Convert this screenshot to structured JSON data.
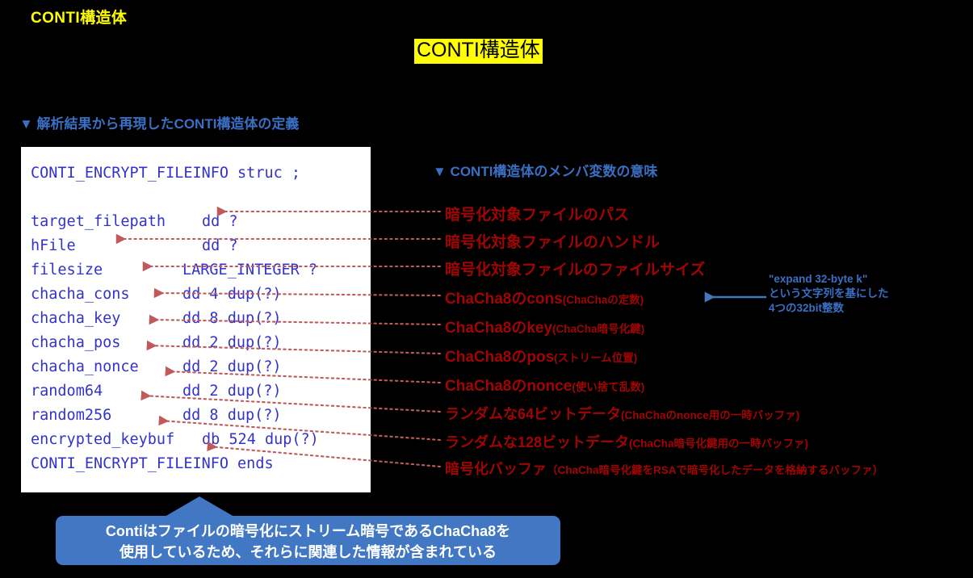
{
  "slide": {
    "tag": "CONTI構造体",
    "title": "CONTI構造体",
    "section_heading": "▼ 解析結果から再現したCONTI構造体の定義",
    "annotation_heading": "▼ CONTI構造体のメンバ変数の意味"
  },
  "colors": {
    "background": "#000000",
    "tag_text": "#ffff00",
    "title_highlight": "#ffff00",
    "title_text": "#000000",
    "heading_blue": "#3a6fc4",
    "code_blue": "#3333cc",
    "annotation_red": "#a00505",
    "connector_red": "#c05a5a",
    "callout_blue": "#4277c4",
    "panel_white": "#ffffff"
  },
  "code": {
    "lines": [
      {
        "name": "CONTI_ENCRYPT_FILEINFO",
        "type": "struc ;"
      },
      {
        "name": "",
        "type": ""
      },
      {
        "name": "target_filepath",
        "type": "dd ?"
      },
      {
        "name": "hFile",
        "type": "dd ?"
      },
      {
        "name": "filesize",
        "type": "LARGE_INTEGER ?"
      },
      {
        "name": "chacha_cons",
        "type": "dd 4 dup(?)"
      },
      {
        "name": "chacha_key",
        "type": "dd 8 dup(?)"
      },
      {
        "name": "chacha_pos",
        "type": "dd 2 dup(?)"
      },
      {
        "name": "chacha_nonce",
        "type": "dd 2 dup(?)"
      },
      {
        "name": "random64",
        "type": "dd 2 dup(?)"
      },
      {
        "name": "random256",
        "type": "dd 8 dup(?)"
      },
      {
        "name": "encrypted_keybuf",
        "type": "db 524 dup(?)"
      },
      {
        "name": "CONTI_ENCRYPT_FILEINFO",
        "type": "ends"
      }
    ]
  },
  "annotations": [
    {
      "main": "暗号化対象ファイルのパス",
      "sub": ""
    },
    {
      "main": "暗号化対象ファイルのハンドル",
      "sub": ""
    },
    {
      "main": "暗号化対象ファイルのファイルサイズ",
      "sub": ""
    },
    {
      "main": "ChaCha8のcons",
      "sub": "(ChaChaの定数)"
    },
    {
      "main": "ChaCha8のkey",
      "sub": "(ChaCha暗号化鍵)"
    },
    {
      "main": "ChaCha8のpos",
      "sub": "(ストリーム位置)"
    },
    {
      "main": "ChaCha8のnonce",
      "sub": "(使い捨て乱数)"
    },
    {
      "main": "ランダムな64ビットデータ",
      "sub": "(ChaChaのnonce用の一時バッファ)"
    },
    {
      "main": "ランダムな128ビットデータ",
      "sub": "(ChaCha暗号化鍵用の一時バッファ)"
    },
    {
      "main": "暗号化バッファ",
      "sub": "（ChaCha暗号化鍵をRSAで暗号化したデータを格納するバッファ）"
    }
  ],
  "side_note": {
    "line1": "\"expand 32-byte k\"",
    "line2": "という文字列を基にした",
    "line3": "4つの32bit整数"
  },
  "callout": {
    "line1": "Contiはファイルの暗号化にストリーム暗号であるChaCha8を",
    "line2": "使用しているため、それらに関連した情報が含まれている"
  }
}
